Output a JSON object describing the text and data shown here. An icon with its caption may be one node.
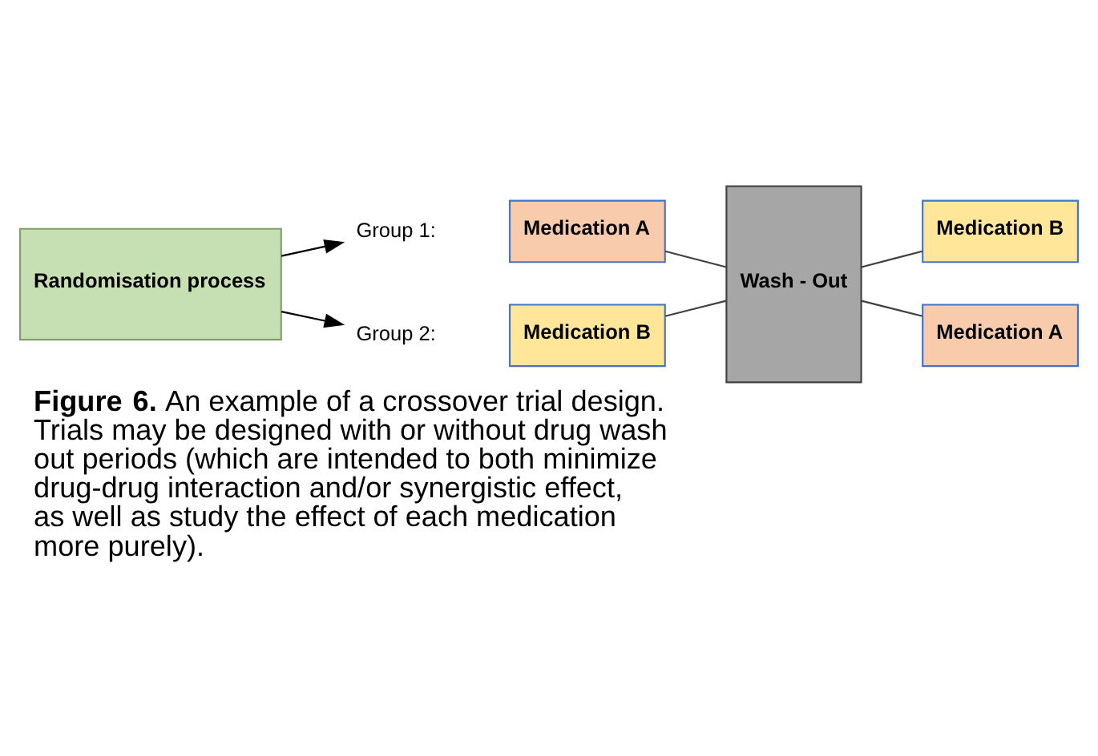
{
  "diagram": {
    "caption": "**Figure 6.** An example of a crossover trial design. Trials may be designed with or without drug wash out periods (which are intended to both minimize drug-drug interaction and/or synergistic effect, as well as study the effect of each medication more purely).",
    "nodes": [
      {
        "text": [
          "Randomisation process"
        ]
      },
      {
        "text": [
          "Group 1:"
        ]
      },
      {
        "text": [
          "Group 2:"
        ]
      },
      {
        "text": [
          "Medication A"
        ]
      },
      {
        "text": [
          "Medication B"
        ]
      },
      {
        "text": [
          "Wash - Out"
        ]
      },
      {
        "text": [
          "Medication B"
        ]
      },
      {
        "text": [
          "Medication A"
        ]
      }
    ],
    "edges": [
      {
        "from": 0,
        "to": 1,
        "arrow": "to"
      },
      {
        "from": 0,
        "to": 2,
        "arrow": "to"
      },
      {
        "from": 3,
        "to": 5,
        "arrow": "none"
      },
      {
        "from": 4,
        "to": 5,
        "arrow": "none"
      },
      {
        "from": 5,
        "to": 6,
        "arrow": "none"
      },
      {
        "from": 5,
        "to": 7,
        "arrow": "none"
      }
    ]
  }
}
